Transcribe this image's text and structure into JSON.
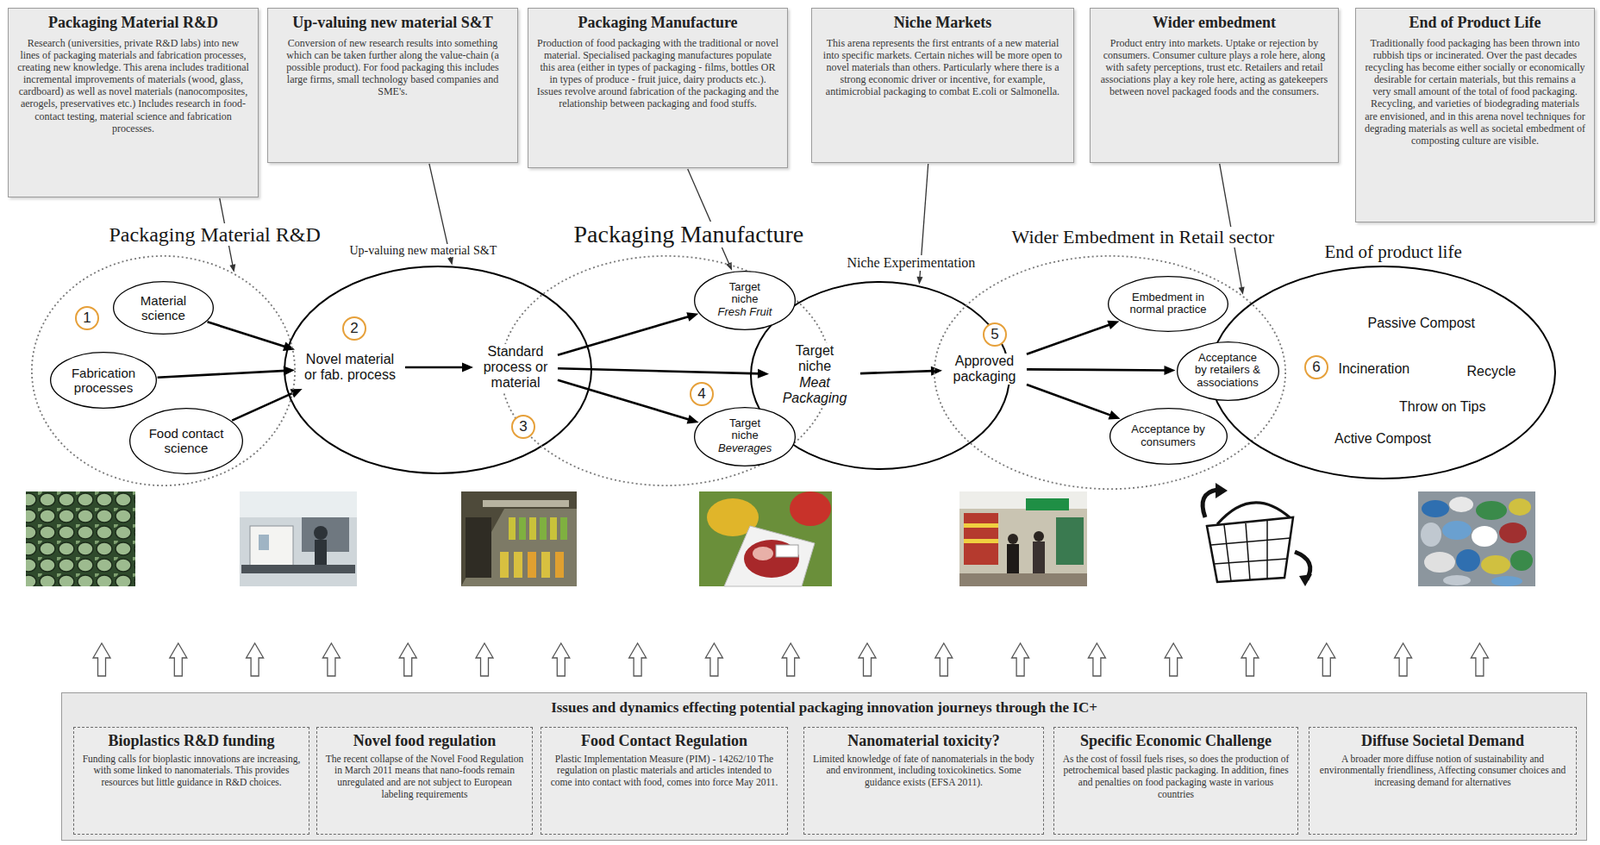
{
  "diagram": {
    "nodes": [
      {
        "text": [
          "Packaging Material R&D",
          "Research (universities, private R&D labs) into new lines of packaging materials and fabrication processes, creating new knowledge. This arena includes traditional incremental improvements of materials (wood, glass, cardboard) as well as novel materials (nanocomposites, aerogels, preservatives etc.) Includes research in food-contact testing, material science and fabrication processes."
        ]
      },
      {
        "text": [
          "Up-valuing new material S&T",
          "Conversion of new research results into something which can be taken further along the value-chain (a possible product). For food packaging this includes large firms, small technology based companies and SME's."
        ]
      },
      {
        "text": [
          "Packaging Manufacture",
          "Production of food packaging with the traditional or novel material. Specialised packaging manufactures populate this area (either in types of packaging - films, bottles OR in types of produce - fruit juice, dairy products etc.). Issues revolve around fabrication of the packaging and the relationship between packaging and food stuffs."
        ]
      },
      {
        "text": [
          "Niche Markets",
          "This arena represents the first entrants of a new material into specific markets. Certain niches will be more open to novel materials than others. Particularly where there is a strong economic driver or incentive, for example, antimicrobial packaging to combat E.coli or Salmonella."
        ]
      },
      {
        "text": [
          "Wider embedment",
          "Product entry into markets. Uptake or rejection by consumers. Consumer culture plays a role here, along with safety perceptions, trust etc. Retailers and retail associations play a key role here, acting as gatekeepers between novel packaged foods and the consumers."
        ]
      },
      {
        "text": [
          "End of Product Life",
          "Traditionally food packaging has been thrown into rubbish tips or incinerated. Over the past decades recycling has become either socially or economically desirable for certain materials, but this remains a very small amount of the total of food packaging. Recycling, and varieties of biodegrading materials are envisioned, and in this arena novel techniques for degrading materials as well as societal embedment of composting culture are visible."
        ]
      },
      {
        "text": [
          "Packaging Material R&D"
        ]
      },
      {
        "text": [
          "Material science"
        ],
        "in": 6
      },
      {
        "text": [
          "Fabrication processes"
        ],
        "in": 6
      },
      {
        "text": [
          "Food contact science"
        ],
        "in": 6
      },
      {
        "text": [
          "Up-valuing new material S&T"
        ]
      },
      {
        "text": [
          "Novel material or fab. process"
        ],
        "in": 10
      },
      {
        "text": [
          "Packaging Manufacture"
        ]
      },
      {
        "text": [
          "Standard process or material"
        ],
        "in": 12
      },
      {
        "text": [
          "Target niche",
          "Fresh Fruit"
        ],
        "in": 12
      },
      {
        "text": [
          "Target niche",
          "Beverages"
        ],
        "in": 12
      },
      {
        "text": [
          "Niche Experimentation"
        ]
      },
      {
        "text": [
          "Target niche",
          "Meat Packaging"
        ],
        "in": 16
      },
      {
        "text": [
          "Wider Embedment in Retail sector"
        ]
      },
      {
        "text": [
          "Approved packaging"
        ],
        "in": 18
      },
      {
        "text": [
          "Embedment in normal practice"
        ],
        "in": 18
      },
      {
        "text": [
          "Acceptance by retailers & associations"
        ],
        "in": 18
      },
      {
        "text": [
          "Acceptance by consumers"
        ],
        "in": 18
      },
      {
        "text": [
          "End of product life",
          "Passive Compost",
          "Incineration",
          "Recycle",
          "Throw on Tips",
          "Active Compost"
        ]
      },
      {
        "text": [
          "Issues and dynamics effecting potential packaging innovation journeys through the IC+"
        ]
      },
      {
        "text": [
          "Bioplastics R&D funding",
          "Funding calls for bioplastic innovations are increasing, with some linked to nanomaterials. This provides resources but little guidance in R&D choices."
        ],
        "in": 24
      },
      {
        "text": [
          "Novel food regulation",
          "The recent collapse of the Novel Food Regulation in March 2011 means that nano-foods remain unregulated and are not subject to European labeling requirements"
        ],
        "in": 24
      },
      {
        "text": [
          "Food Contact Regulation",
          "Plastic Implementation Measure (PIM) - 14262/10 The regulation on plastic materials and articles intended to come into contact with food, comes into force May 2011."
        ],
        "in": 24
      },
      {
        "text": [
          "Nanomaterial toxicity?",
          "Limited knowledge of fate of nanomaterials in the body and environment, including toxicokinetics. Some guidance exists (EFSA 2011)."
        ],
        "in": 24
      },
      {
        "text": [
          "Specific Economic Challenge",
          "As the cost of fossil fuels rises, so does the production of petrochemical based plastic packaging. In addition, fines and penalties on food packaging waste in various countries"
        ],
        "in": 24
      },
      {
        "text": [
          "Diffuse Societal Demand",
          "A broader more diffuse notion of sustainability and environmentally friendliness, Affecting consumer choices and increasing demand for alternatives"
        ],
        "in": 24
      }
    ],
    "edges": [
      {
        "from": 0,
        "to": 6,
        "arrow": "to"
      },
      {
        "from": 1,
        "to": 10,
        "arrow": "to"
      },
      {
        "from": 2,
        "to": 14,
        "arrow": "to"
      },
      {
        "from": 3,
        "to": 16,
        "arrow": "to"
      },
      {
        "from": 4,
        "to": 18,
        "arrow": "to"
      },
      {
        "from": 7,
        "to": 11,
        "arrow": "to"
      },
      {
        "from": 8,
        "to": 11,
        "arrow": "to"
      },
      {
        "from": 9,
        "to": 11,
        "arrow": "to"
      },
      {
        "from": 11,
        "to": 13,
        "arrow": "to"
      },
      {
        "from": 13,
        "to": 14,
        "arrow": "to"
      },
      {
        "from": 13,
        "to": 17,
        "arrow": "to"
      },
      {
        "from": 13,
        "to": 15,
        "arrow": "to"
      },
      {
        "from": 17,
        "to": 19,
        "arrow": "to"
      },
      {
        "from": 19,
        "to": 20,
        "arrow": "to"
      },
      {
        "from": 19,
        "to": 21,
        "arrow": "to"
      },
      {
        "from": 19,
        "to": 22,
        "arrow": "to"
      }
    ],
    "labels": [
      "1",
      "2",
      "3",
      "4",
      "5",
      "6"
    ]
  }
}
